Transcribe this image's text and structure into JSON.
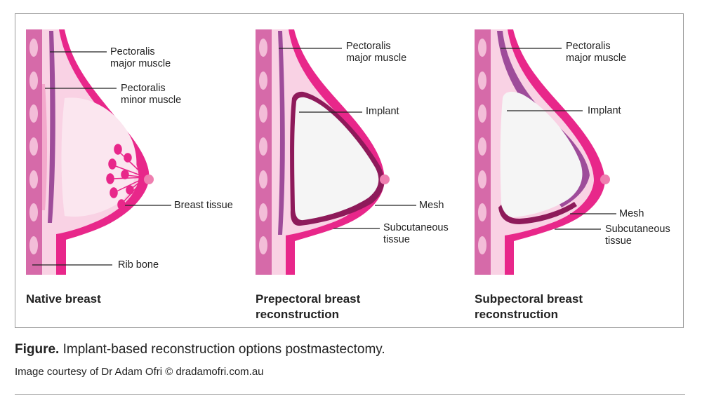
{
  "colors": {
    "magenta": "#e8278a",
    "light_pink": "#f9d2e4",
    "pale_pink": "#fbe3ee",
    "rib_column": "#d66aa9",
    "rib_bone": "#f3bdd8",
    "muscle_purple": "#9e4c9a",
    "mesh": "#8e1a5a",
    "implant": "#f5f5f5",
    "nipple": "#ef7fb0",
    "leader_line": "#222222"
  },
  "panels": [
    {
      "title": "Native breast",
      "labels": {
        "pectoralis_major": "Pectoralis\nmajor muscle",
        "pectoralis_minor": "Pectoralis\nminor muscle",
        "breast_tissue": "Breast tissue",
        "rib_bone": "Rib bone"
      }
    },
    {
      "title": "Prepectoral breast\nreconstruction",
      "labels": {
        "pectoralis_major": "Pectoralis\nmajor muscle",
        "implant": "Implant",
        "mesh": "Mesh",
        "subcutaneous": "Subcutaneous\ntissue"
      }
    },
    {
      "title": "Subpectoral breast\nreconstruction",
      "labels": {
        "pectoralis_major": "Pectoralis\nmajor muscle",
        "implant": "Implant",
        "mesh": "Mesh",
        "subcutaneous": "Subcutaneous\ntissue"
      }
    }
  ],
  "caption": {
    "prefix": "Figure.",
    "text": " Implant-based reconstruction options postmastectomy."
  },
  "credit": "Image courtesy of Dr Adam Ofri © dradamofri.com.au"
}
